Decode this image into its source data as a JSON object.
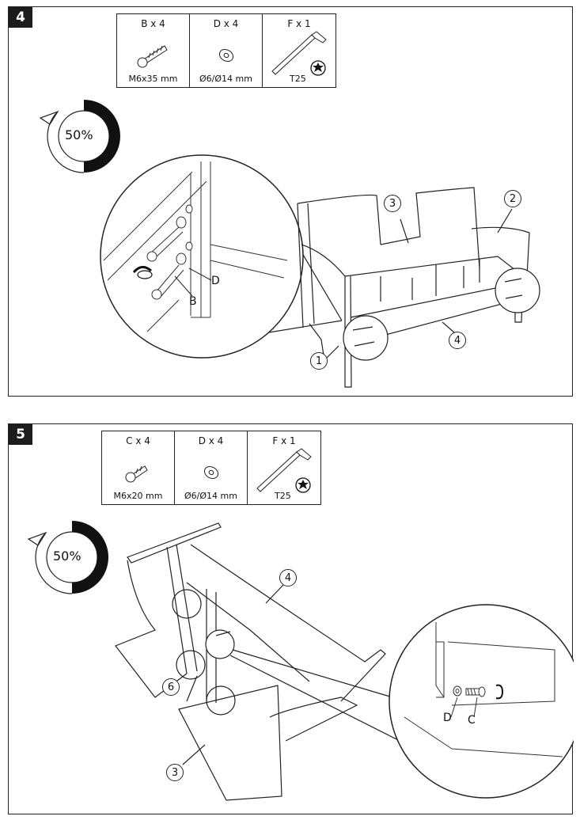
{
  "step4": {
    "number": "4",
    "parts": [
      {
        "qty": "B x 4",
        "spec": "M6x35 mm",
        "icon": "bolt-long-icon"
      },
      {
        "qty": "D x 4",
        "spec": "Ø6/Ø14 mm",
        "icon": "washer-icon"
      },
      {
        "qty": "F x 1",
        "spec": "T25",
        "icon": "hex-key-icon"
      }
    ],
    "progress_label": "50%",
    "progress": 0.5,
    "callouts": [
      "1",
      "2",
      "3",
      "4"
    ],
    "detail_labels": [
      "D",
      "B"
    ]
  },
  "step5": {
    "number": "5",
    "parts": [
      {
        "qty": "C x 4",
        "spec": "M6x20 mm",
        "icon": "bolt-short-icon"
      },
      {
        "qty": "D x 4",
        "spec": "Ø6/Ø14 mm",
        "icon": "washer-icon"
      },
      {
        "qty": "F x 1",
        "spec": "T25",
        "icon": "hex-key-icon"
      }
    ],
    "progress_label": "50%",
    "progress": 0.5,
    "callouts": [
      "4",
      "6",
      "3"
    ],
    "detail_labels": [
      "D",
      "C"
    ]
  }
}
